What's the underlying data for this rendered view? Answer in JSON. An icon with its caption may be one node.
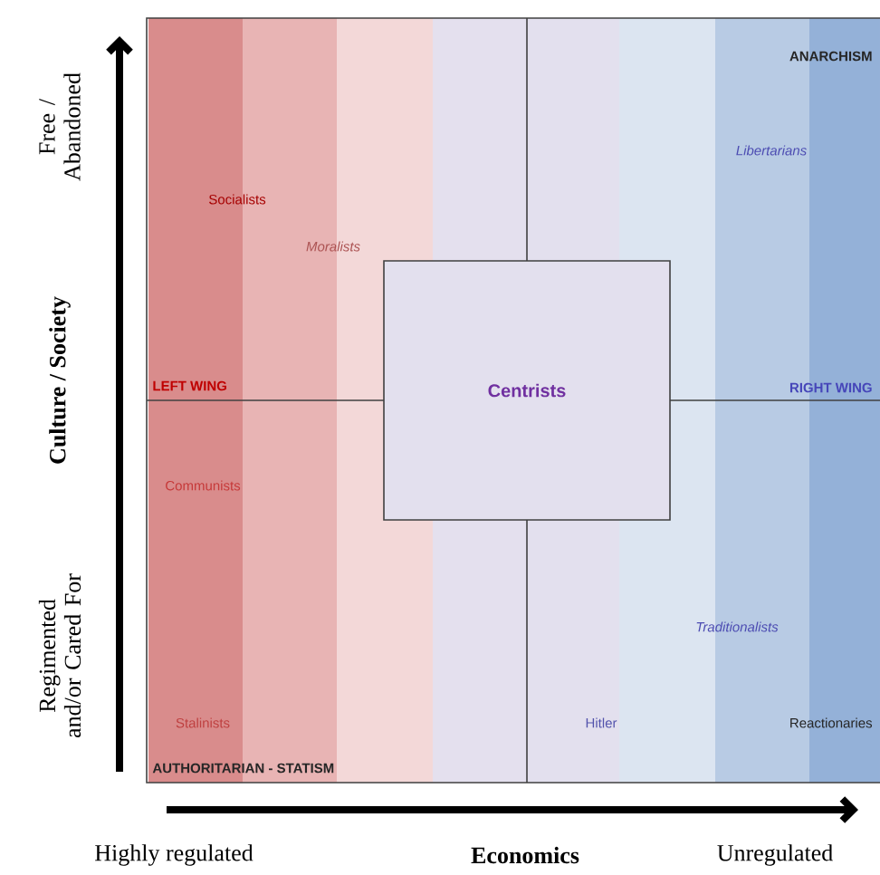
{
  "diagram": {
    "nodes": [
      {
        "text": [
          "Centrists"
        ]
      }
    ],
    "labels": [
      "Free / Abandoned",
      "ANARCHISM",
      "Libertarians",
      "Socialists",
      "Moralists",
      "Culture / Society",
      "LEFT WING",
      "RIGHT WING",
      "Communists",
      "Regimented and/or Cared For",
      "Traditionalists",
      "Stalinists",
      "Hitler",
      "Reactionaries",
      "AUTHORITARIAN - STATISM",
      "Highly regulated",
      "Economics",
      "Unregulated"
    ]
  }
}
